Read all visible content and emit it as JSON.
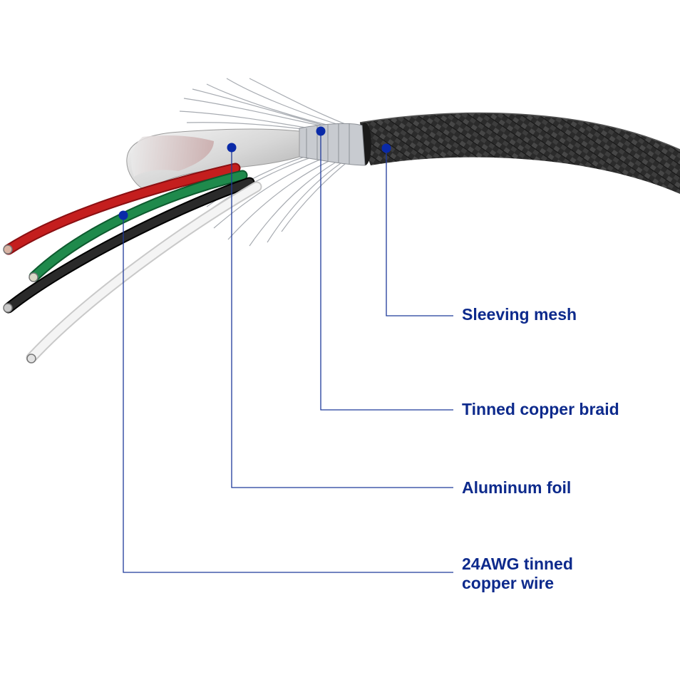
{
  "diagram": {
    "colors": {
      "leader_line": "#1e3a9a",
      "dot": "#0a2aa8",
      "label_text": "#0d2a8c",
      "sleeve": "#2a2a2a",
      "braid": "#b9bcc1",
      "foil": "#e6e6e6",
      "wire_red": "#c41e1e",
      "wire_green": "#1f8a4c",
      "wire_black": "#1c1c1c",
      "wire_white": "#f2f2f2"
    },
    "labels": {
      "sleeving_mesh": "Sleeving mesh",
      "tinned_copper_braid": "Tinned copper braid",
      "aluminum_foil": "Aluminum foil",
      "copper_wire_line1": "24AWG tinned",
      "copper_wire_line2": "copper wire"
    }
  }
}
